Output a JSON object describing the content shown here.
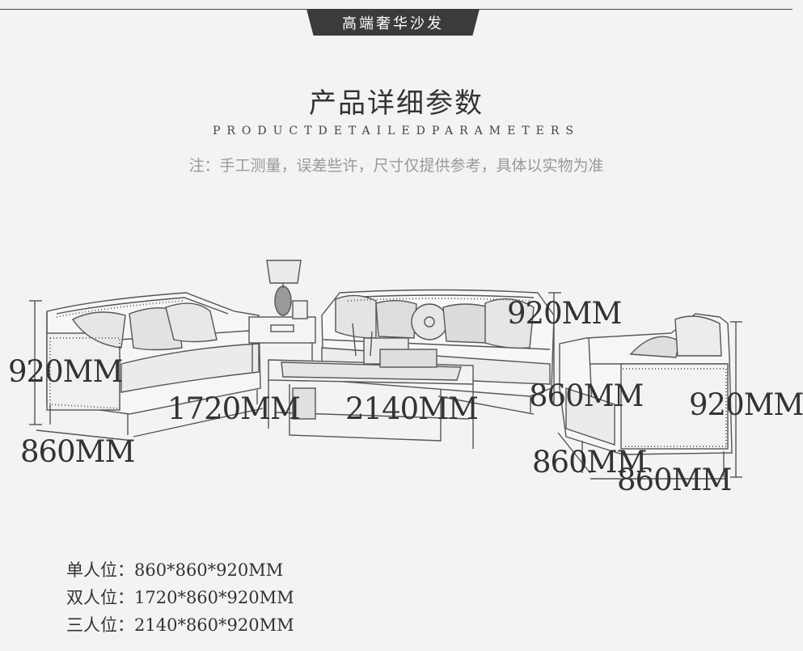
{
  "header": {
    "tab_label": "高端奢华沙发",
    "title": "产品详细参数",
    "subtitle": "PRODUCTDETAILEDPARAMETERS",
    "note": "注：手工测量，误差些许，尺寸仅提供参考，具体以实物为准"
  },
  "dimensions": {
    "loveseat_height": "920MM",
    "loveseat_width": "1720MM",
    "loveseat_depth": "860MM",
    "three_seat_width": "2140MM",
    "three_seat_height": "920MM",
    "three_seat_depth": "860MM",
    "armchair_height": "920MM",
    "armchair_width": "860MM",
    "armchair_depth": "860MM"
  },
  "specs": [
    {
      "label": "单人位：860*860*920MM"
    },
    {
      "label": "双人位：1720*860*920MM"
    },
    {
      "label": "三人位：2140*860*920MM"
    }
  ]
}
